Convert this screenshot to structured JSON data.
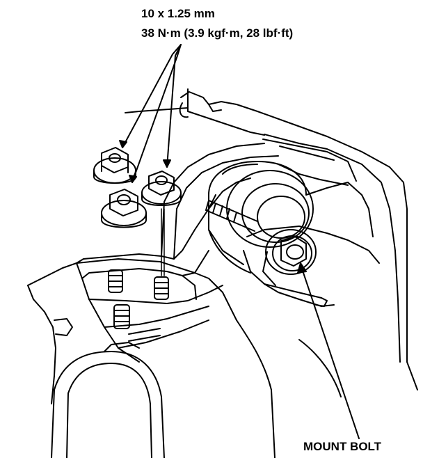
{
  "labels": {
    "fastener_size": "10 x 1.25 mm",
    "torque_spec": "38 N·m (3.9 kgf·m, 28 lbf·ft)",
    "mount_bolt": "MOUNT BOLT"
  },
  "colors": {
    "ink": "#000000",
    "paper": "#ffffff"
  }
}
